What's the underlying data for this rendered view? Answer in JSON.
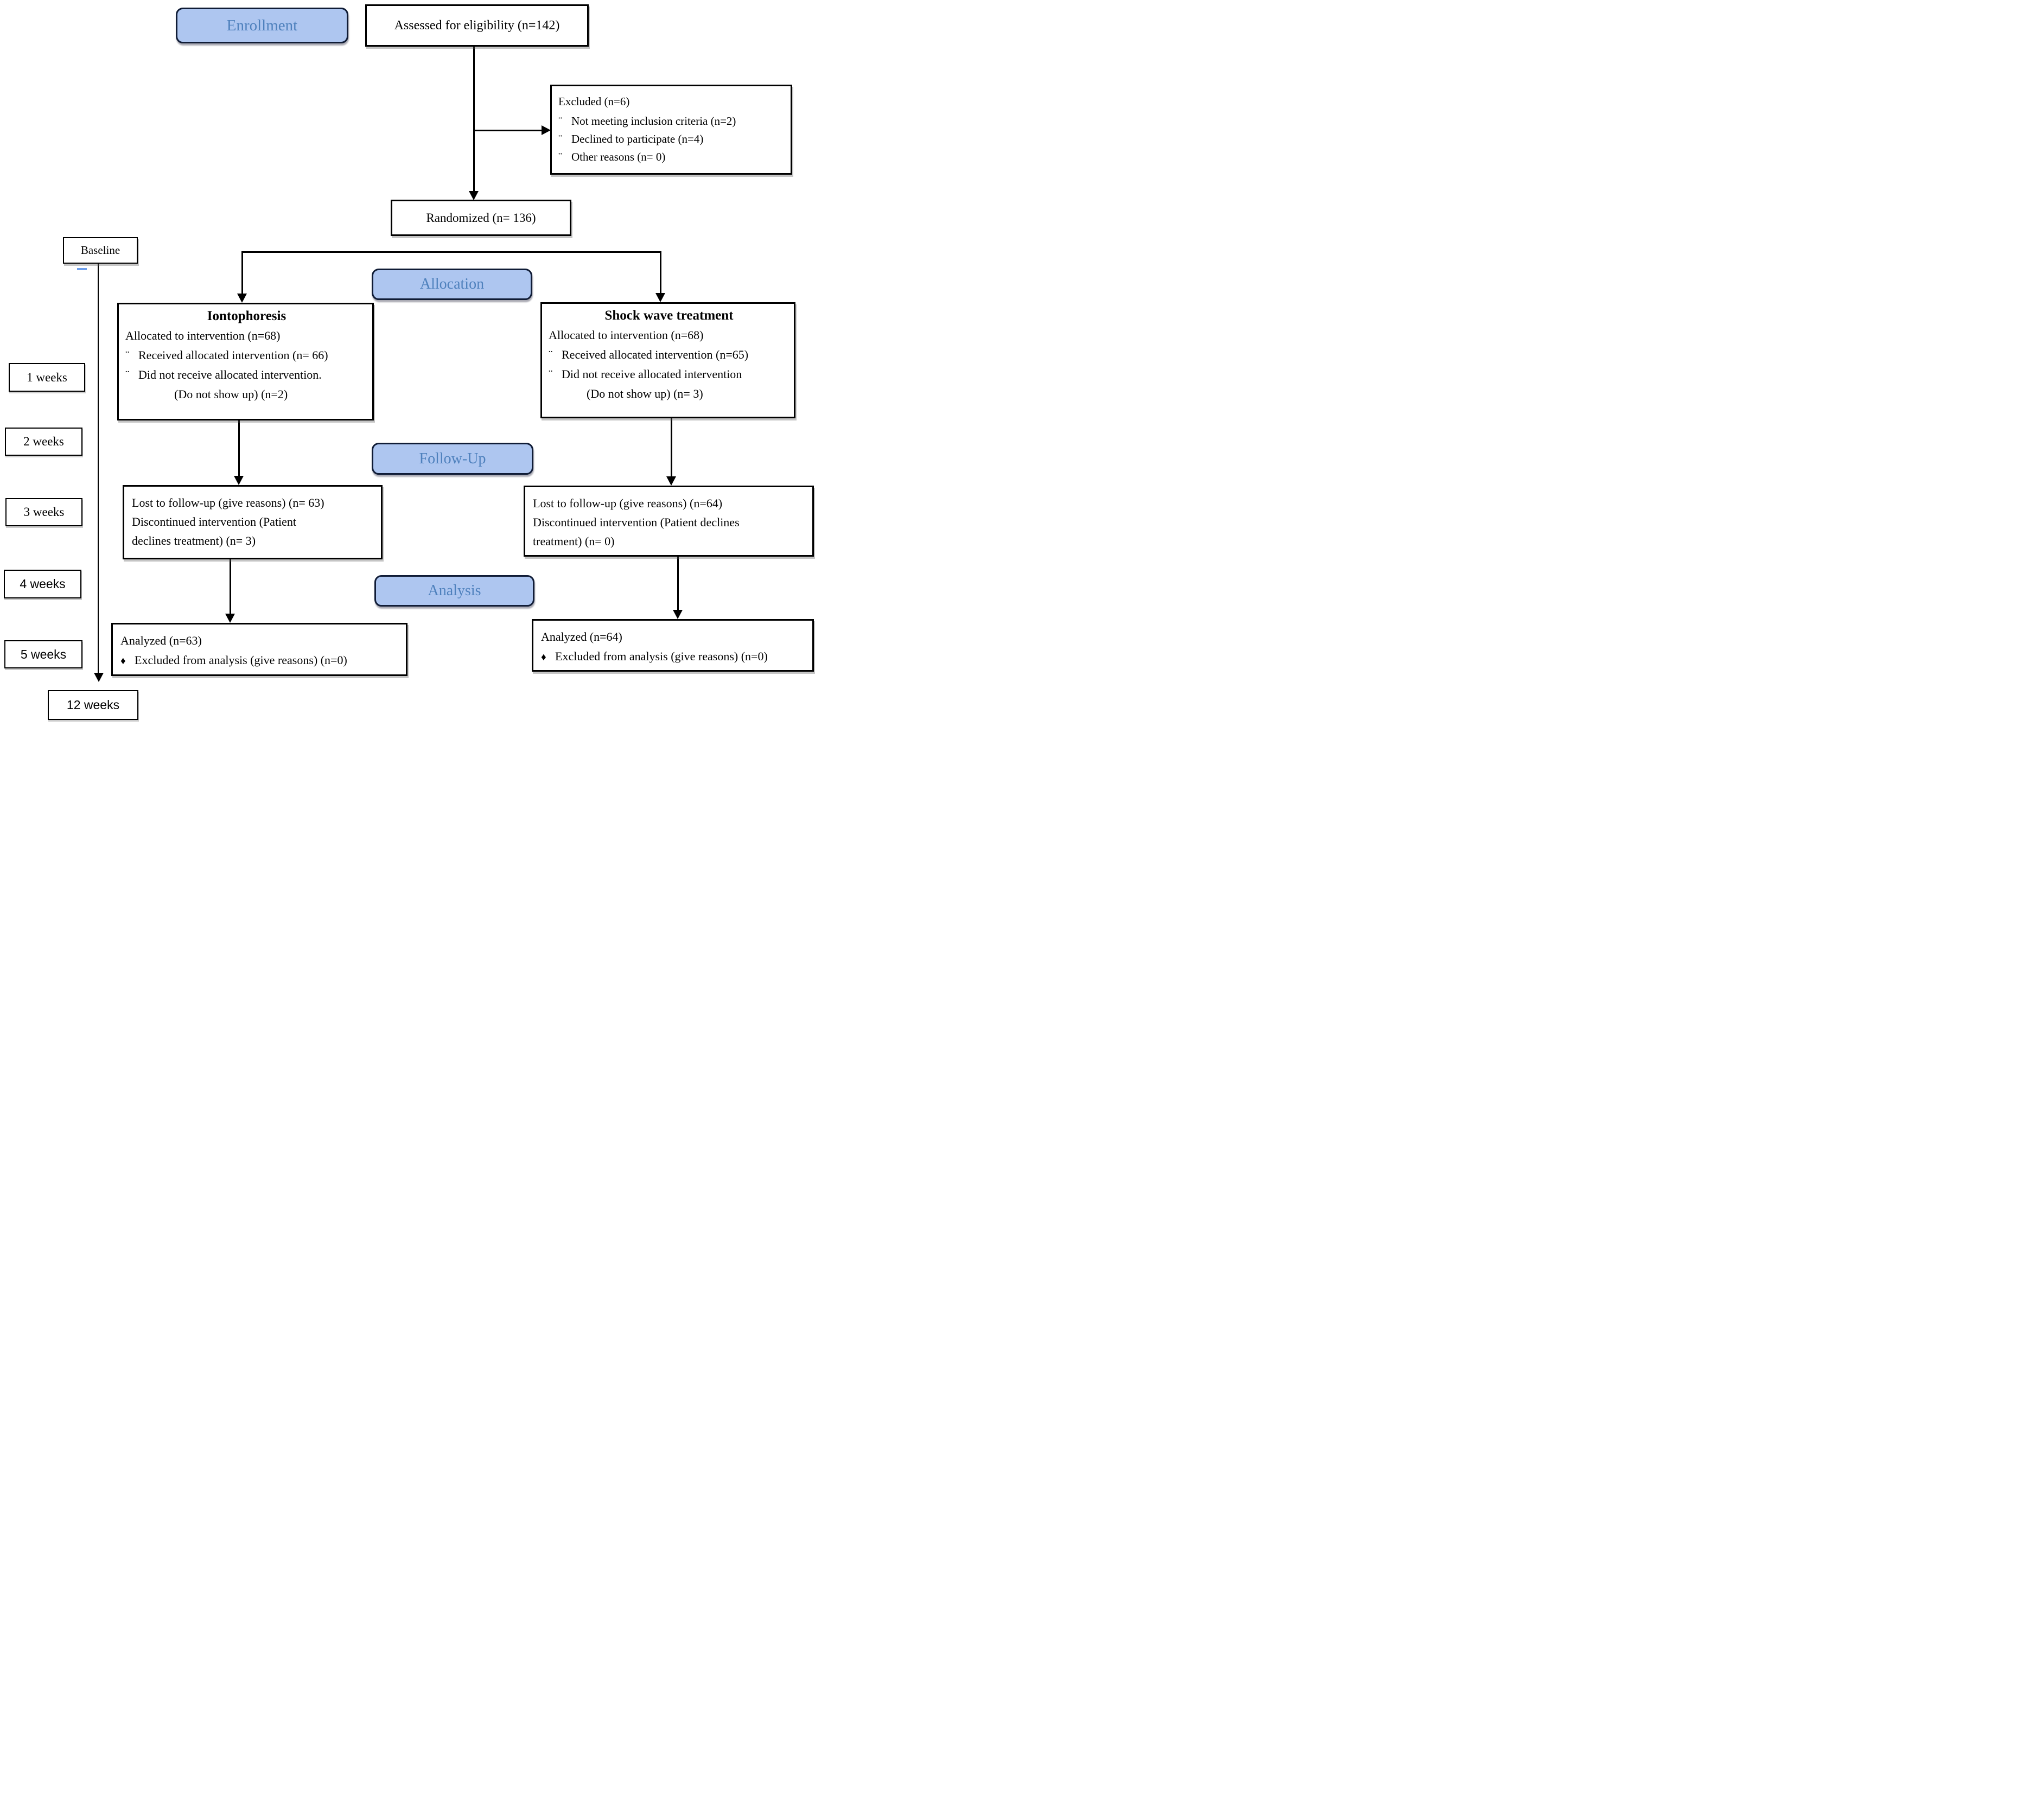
{
  "palette": {
    "stage_fill": "#aec6f0",
    "stage_border": "#101c36",
    "stage_text": "#4f81bd",
    "line_color": "#000000",
    "dash_blue": "#6d9eeb"
  },
  "stages": {
    "enrollment": "Enrollment",
    "allocation": "Allocation",
    "followup": "Follow-Up",
    "analysis": "Analysis"
  },
  "boxes": {
    "assessed": "Assessed for eligibility (n=142)",
    "randomized": "Randomized (n= 136)",
    "baseline": "Baseline",
    "excluded": {
      "bullet": "¨",
      "title": "Excluded (n=6)",
      "items": [
        "Not meeting inclusion criteria (n=2)",
        "Declined to participate (n=4)",
        "Other reasons (n= 0)"
      ]
    },
    "arm_left": {
      "title": "Iontophoresis",
      "allocated": "Allocated to intervention (n=68)",
      "bullet": "¨",
      "received": "Received allocated intervention (n= 66)",
      "not_received": "Did not receive allocated intervention.",
      "not_received_cont": "(Do not show up) (n=2)"
    },
    "arm_right": {
      "title": "Shock wave treatment",
      "allocated": "Allocated to intervention (n=68)",
      "bullet": "¨",
      "received": "Received allocated intervention (n=65)",
      "not_received": "Did not receive allocated intervention",
      "not_received_cont": "(Do not show up) (n= 3)"
    },
    "followup_left": {
      "lines": [
        "Lost to follow-up (give reasons) (n= 63)",
        "Discontinued intervention (Patient",
        "declines treatment) (n= 3)"
      ]
    },
    "followup_right": {
      "lines": [
        "Lost to follow-up (give reasons) (n=64)",
        "Discontinued intervention (Patient declines",
        "treatment) (n= 0)"
      ]
    },
    "analyzed_left": {
      "title": "Analyzed (n=63)",
      "bullet": "♦",
      "item": "Excluded from analysis (give reasons) (n=0)"
    },
    "analyzed_right": {
      "title": "Analyzed (n=64)",
      "bullet": "♦",
      "item": "Excluded from analysis (give reasons) (n=0)"
    }
  },
  "timeline": [
    "1 weeks",
    "2 weeks",
    "3 weeks",
    "4 weeks",
    "5 weeks",
    "12 weeks"
  ]
}
